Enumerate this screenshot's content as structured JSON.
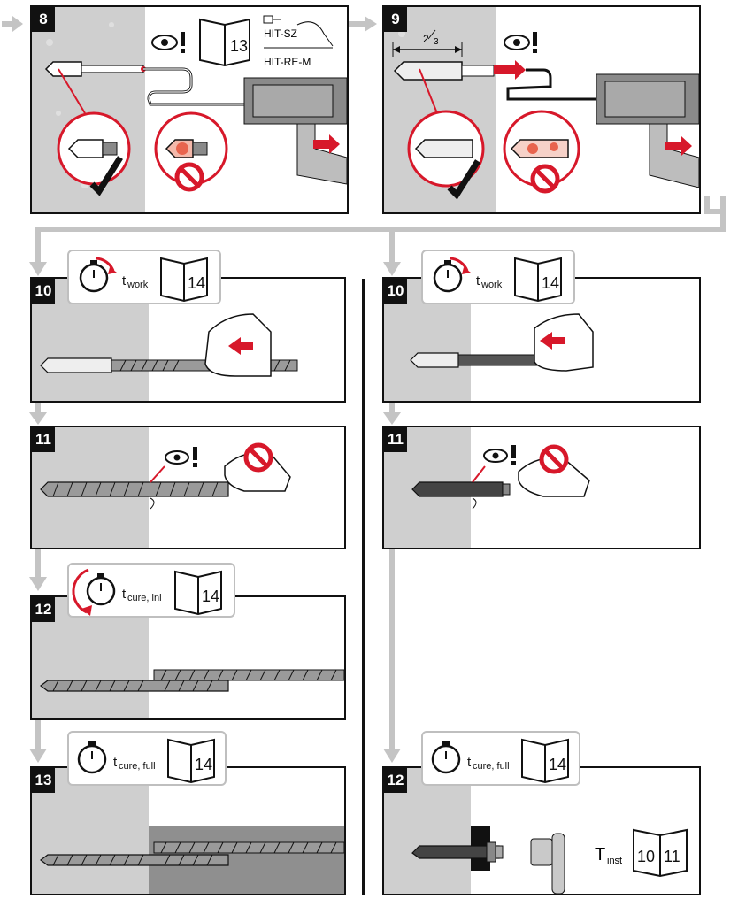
{
  "steps": {
    "s8": "8",
    "s9": "9",
    "s10a": "10",
    "s10b": "10",
    "s11a": "11",
    "s11b": "11",
    "s12a": "12",
    "s13": "13",
    "s12b": "12"
  },
  "panel8": {
    "book": "13",
    "tool1": "HIT-SZ",
    "tool2": "HIT-RE-M"
  },
  "panel9": {
    "fraction_num": "2",
    "fraction_den": "3"
  },
  "headers": {
    "h10a": {
      "t": "t",
      "sub": "work",
      "book": "14"
    },
    "h10b": {
      "t": "t",
      "sub": "work",
      "book": "14"
    },
    "h12a": {
      "t": "t",
      "sub": "cure, ini",
      "book": "14"
    },
    "h13": {
      "t": "t",
      "sub": "cure, full",
      "book": "14"
    },
    "h12b": {
      "t": "t",
      "sub": "cure, full",
      "book": "14"
    }
  },
  "panel12b": {
    "tinst": "T",
    "tinst_sub": "inst",
    "book_left": "10",
    "book_right": "11"
  },
  "colors": {
    "red": "#d7182a",
    "concrete": "#cfcfcf",
    "frame": "#111111",
    "arrow": "#c4c4c4"
  }
}
